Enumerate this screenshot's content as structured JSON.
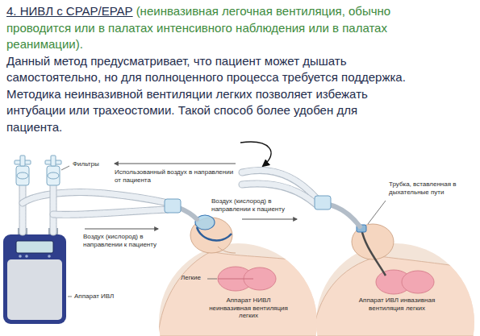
{
  "diagram": {
    "title": "4. НИВЛ с CPAP/EPAP",
    "labels": [
      "(неинвазивная легочная вентиляция, обычно проводится или в палатах интенсивного наблюдения или в палатах реанимации).",
      "Данный метод предусматривает, что пациент может дышать самостоятельно, но для полноценного процесса требуется поддержка.",
      "Методика неинвазивной вентиляции легких позволяет избежать интубации или трахеостомии. Такой способ более удобен для пациента.",
      "Фильтры",
      "Использованный воздух в направлении от пациента",
      "Воздух (кислород) в направлении к пациенту",
      "Воздух (кислород) в направлении к пациенту",
      "Трубка, вставленная в дыхательные пути",
      "Легкие",
      "Аппарат ИВЛ",
      "Аппарат НИВЛ неинвазивная вентиляция легких",
      "Аппарат ИВЛ инвазивная вентиляция легких"
    ]
  }
}
